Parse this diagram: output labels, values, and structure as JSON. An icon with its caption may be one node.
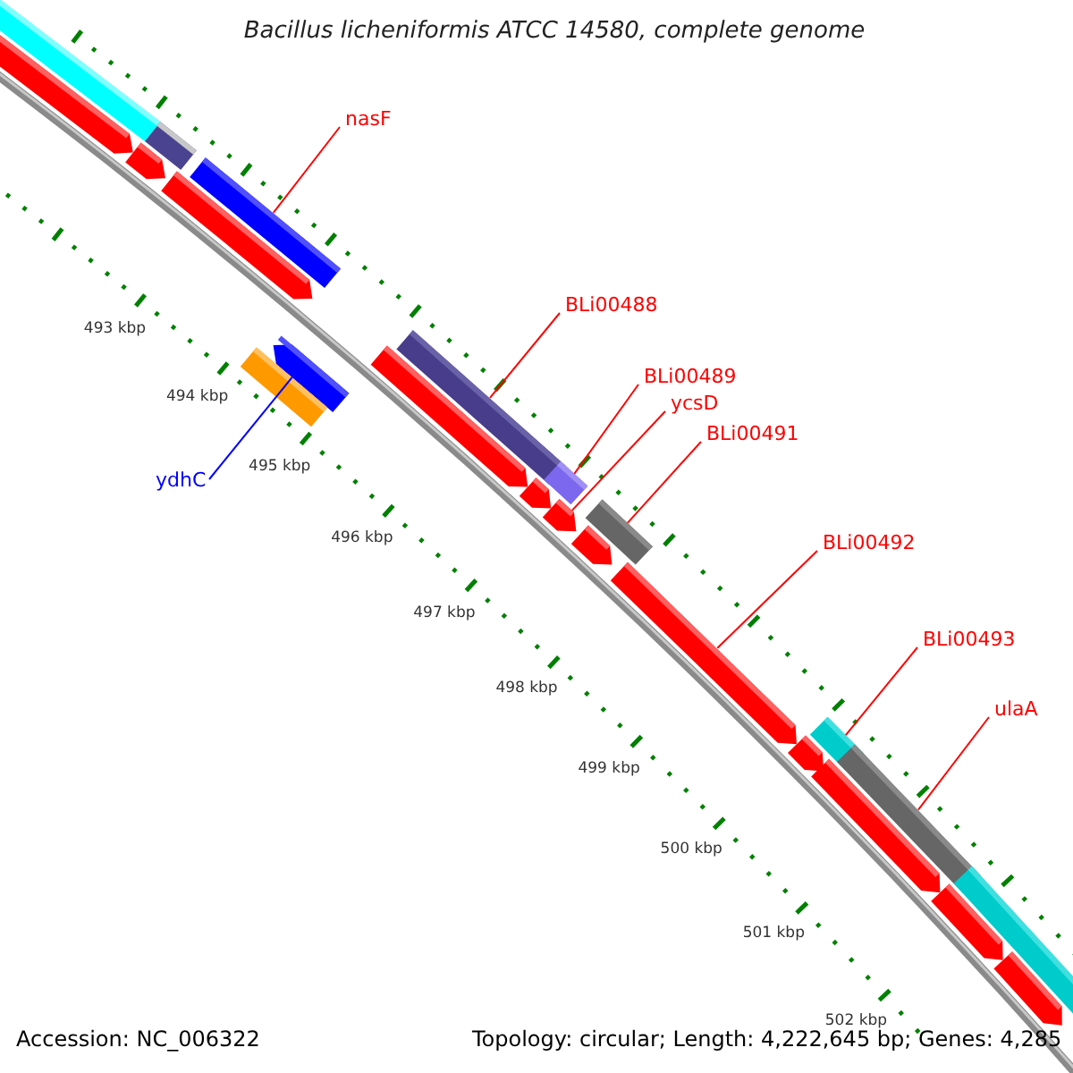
{
  "diagram": {
    "title": "Bacillus licheniformis ATCC 14580, complete genome",
    "nodes": [
      {
        "text": [
          "nasF"
        ]
      },
      {
        "text": [
          "BLi00488"
        ]
      },
      {
        "text": [
          "BLi00489"
        ]
      },
      {
        "text": [
          "ycsD"
        ]
      },
      {
        "text": [
          "BLi00491"
        ]
      },
      {
        "text": [
          "BLi00492"
        ]
      },
      {
        "text": [
          "BLi00493"
        ]
      },
      {
        "text": [
          "ulaA"
        ]
      },
      {
        "text": [
          "ydhC"
        ]
      },
      {
        "text": [],
        "shape": "bar"
      },
      {
        "text": [],
        "shape": "bar"
      },
      {
        "text": [],
        "shape": "bar"
      },
      {
        "text": [],
        "shape": "bar"
      },
      {
        "text": [],
        "shape": "bar"
      },
      {
        "text": [],
        "shape": "bar"
      },
      {
        "text": [],
        "shape": "bar"
      },
      {
        "text": [],
        "shape": "bar"
      },
      {
        "text": [],
        "shape": "bar"
      },
      {
        "text": [],
        "shape": "arrow"
      },
      {
        "text": [],
        "shape": "arrow"
      },
      {
        "text": [],
        "shape": "arrow"
      },
      {
        "text": [],
        "shape": "arrow"
      },
      {
        "text": [],
        "shape": "arrow"
      },
      {
        "text": [],
        "shape": "arrow"
      },
      {
        "text": [],
        "shape": "arrow"
      },
      {
        "text": [],
        "shape": "arrow"
      },
      {
        "text": [],
        "shape": "arrow"
      },
      {
        "text": [],
        "shape": "arrow"
      },
      {
        "text": [],
        "shape": "arrow"
      },
      {
        "text": [],
        "shape": "arrow"
      },
      {
        "text": [],
        "shape": "arrow"
      },
      {
        "text": [],
        "shape": "bar"
      }
    ],
    "edges": [
      {
        "from": 0,
        "to": 11,
        "arrow": "none"
      },
      {
        "from": 1,
        "to": 12,
        "arrow": "none"
      },
      {
        "from": 2,
        "to": 13,
        "arrow": "none"
      },
      {
        "from": 3,
        "to": 23,
        "arrow": "none"
      },
      {
        "from": 4,
        "to": 14,
        "arrow": "none"
      },
      {
        "from": 5,
        "to": 25,
        "arrow": "none"
      },
      {
        "from": 6,
        "to": 15,
        "arrow": "none"
      },
      {
        "from": 7,
        "to": 16,
        "arrow": "none"
      },
      {
        "from": 8,
        "to": 31,
        "arrow": "none",
        "color": "#0000ff"
      }
    ],
    "labels": [
      "493 kbp",
      "494 kbp",
      "495 kbp",
      "496 kbp",
      "497 kbp",
      "498 kbp",
      "499 kbp",
      "500 kbp",
      "501 kbp",
      "502 kbp",
      "Accession: NC_006322",
      "Topology: circular; Length: 4,222,645 bp; Genes: 4,285"
    ]
  }
}
